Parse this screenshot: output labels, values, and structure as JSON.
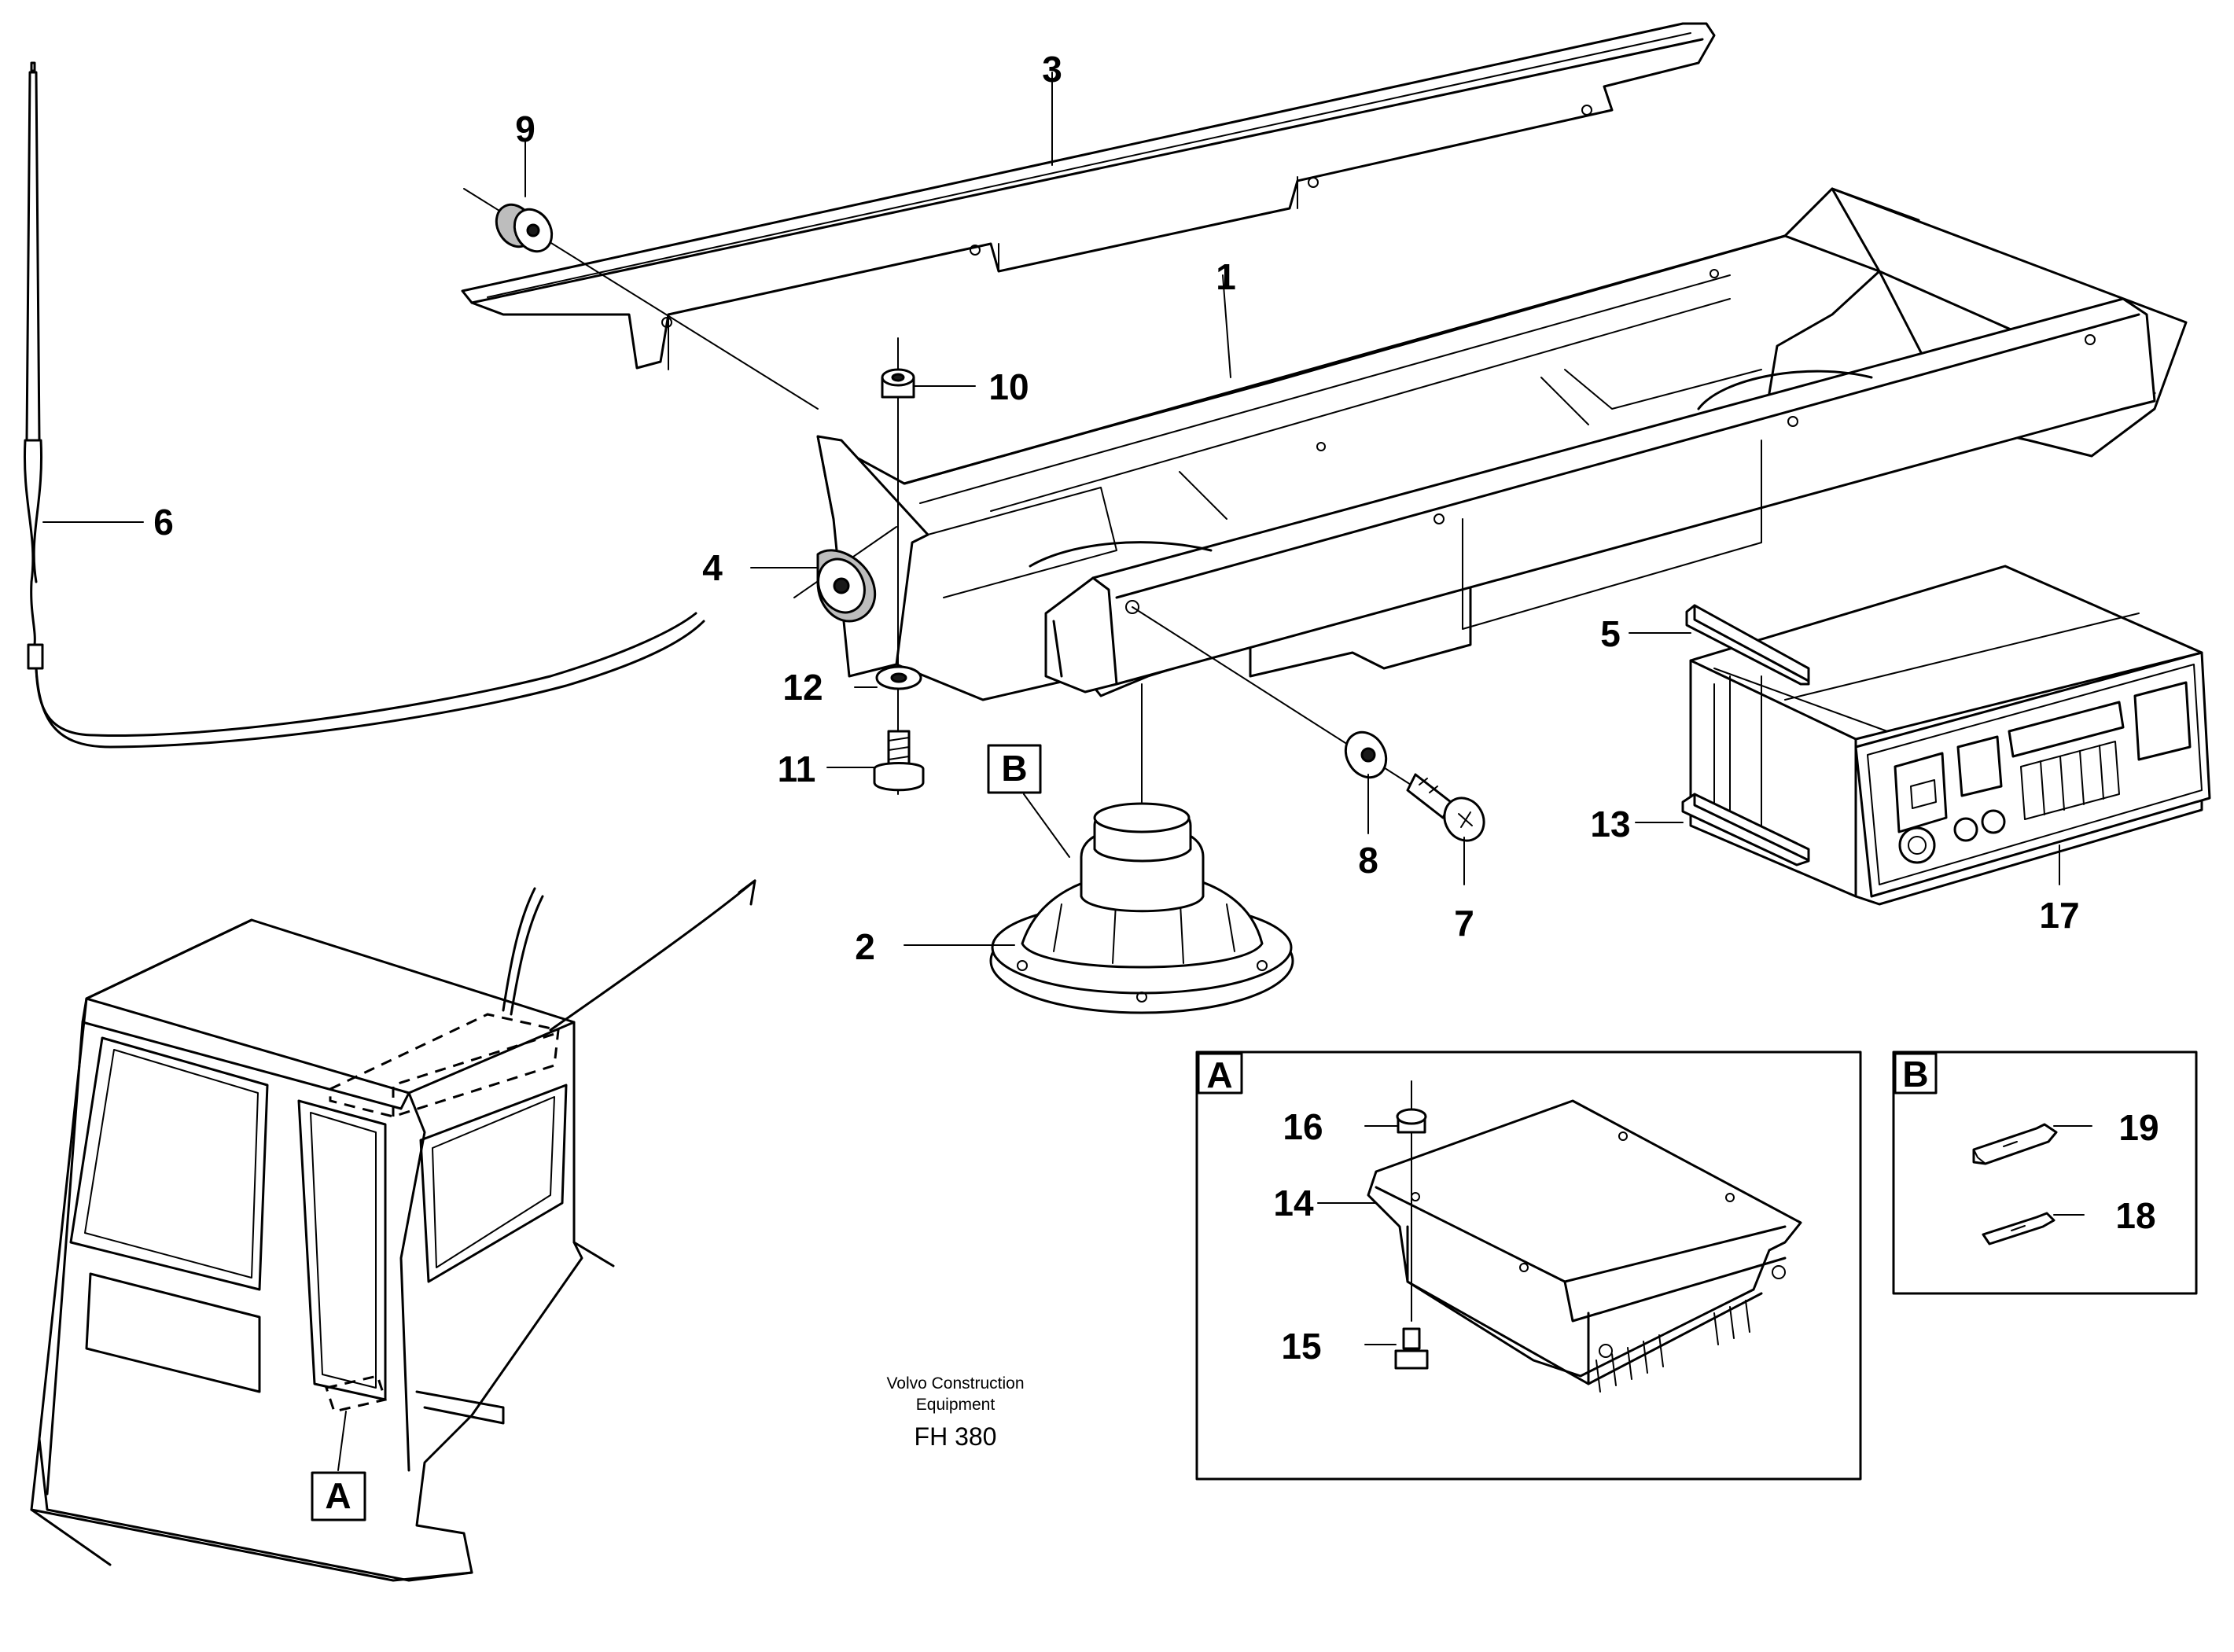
{
  "diagram": {
    "callouts": [
      "1",
      "2",
      "3",
      "4",
      "5",
      "6",
      "7",
      "8",
      "9",
      "10",
      "11",
      "12",
      "13",
      "14",
      "15",
      "16",
      "17",
      "18",
      "19"
    ],
    "detail_labels": {
      "a": "A",
      "b": "B"
    },
    "caption": {
      "line1": "Volvo Construction",
      "line2": "Equipment",
      "code": "FH 380"
    }
  }
}
